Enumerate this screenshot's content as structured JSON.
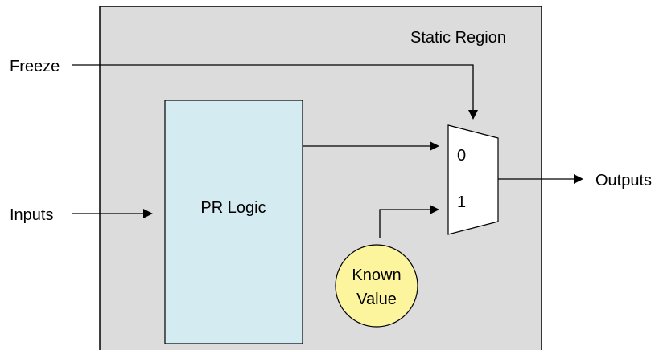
{
  "diagram": {
    "region_label": "Static Region",
    "pr_logic_label": "PR Logic",
    "known_value_line1": "Known",
    "known_value_line2": "Value",
    "input_freeze": "Freeze",
    "input_inputs": "Inputs",
    "output_label": "Outputs",
    "mux_input_0": "0",
    "mux_input_1": "1"
  },
  "colors": {
    "static_region_fill": "#dcdcdc",
    "pr_logic_fill": "#d5ebf2",
    "known_value_fill": "#fdf59e",
    "stroke": "#000000"
  }
}
